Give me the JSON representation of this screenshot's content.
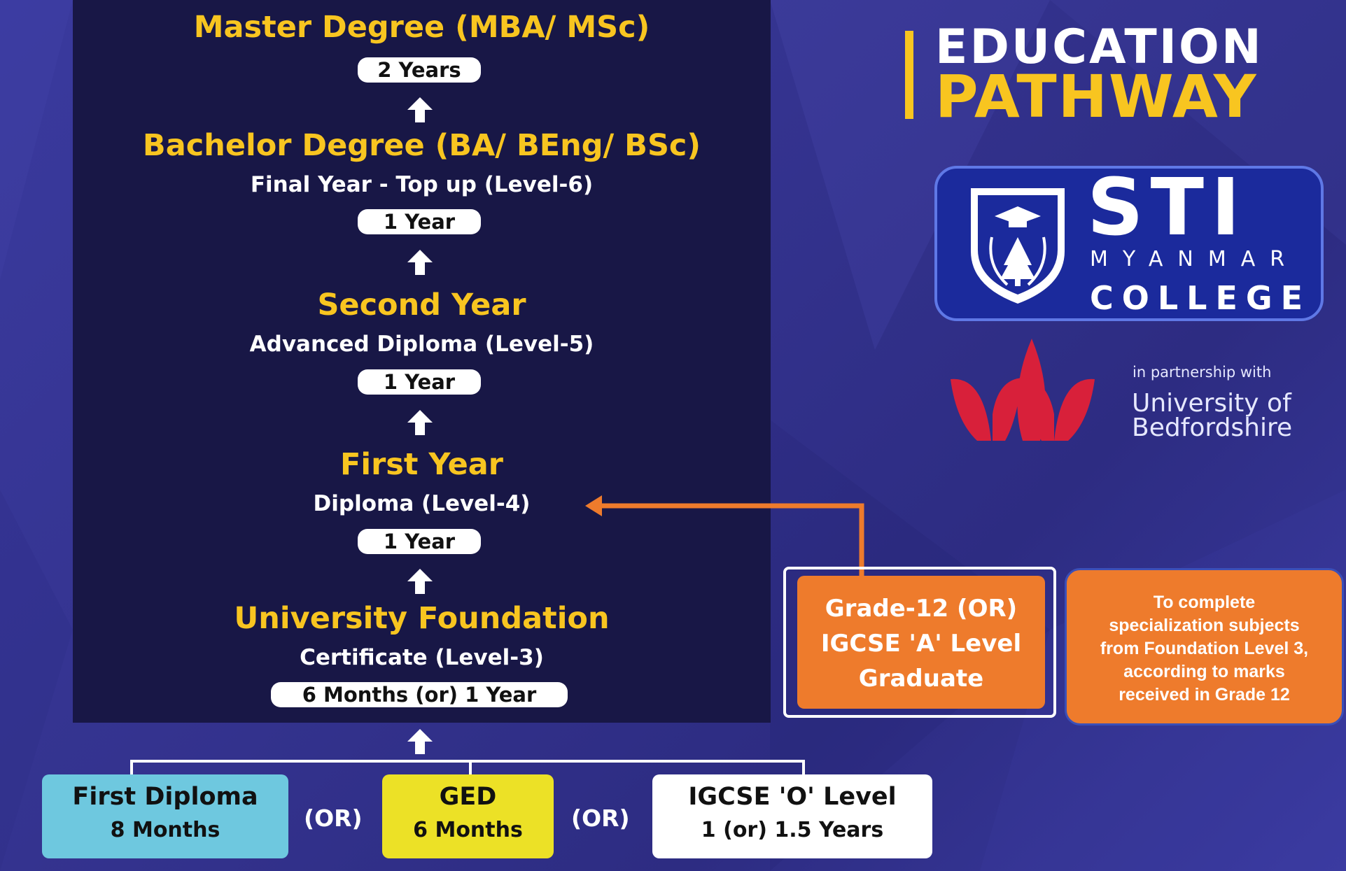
{
  "pathway": {
    "master": {
      "title": "Master Degree (MBA/ MSc)",
      "duration": "2 Years"
    },
    "bachelor": {
      "title": "Bachelor Degree (BA/ BEng/ BSc)",
      "subtitle": "Final Year -  Top up (Level-6)",
      "duration": "1 Year"
    },
    "second_year": {
      "title": "Second Year",
      "subtitle": "Advanced Diploma (Level-5)",
      "duration": "1 Year"
    },
    "first_year": {
      "title": "First Year",
      "subtitle": "Diploma (Level-4)",
      "duration": "1 Year"
    },
    "foundation": {
      "title": "University Foundation",
      "subtitle": "Certificate (Level-3)",
      "duration": "6 Months (or) 1 Year"
    }
  },
  "entry_options": [
    {
      "title": "First Diploma",
      "duration": "8 Months",
      "color": "#6ec8df"
    },
    {
      "title": "GED",
      "duration": "6 Months",
      "color": "#ece126"
    },
    {
      "title": "IGCSE 'O' Level",
      "duration": "1 (or) 1.5 Years",
      "color": "#ffffff"
    }
  ],
  "or_label": "(OR)",
  "direct_entry": {
    "lines": [
      "Grade-12 (OR)",
      "IGCSE 'A' Level",
      "Graduate"
    ]
  },
  "note": {
    "lines": [
      "To complete",
      "specialization subjects",
      "from Foundation Level 3,",
      "according to marks",
      "received in Grade 12"
    ]
  },
  "brand": {
    "heading_line1": "EDUCATION",
    "heading_line2": "PATHWAY",
    "college_name": "STI",
    "college_country": "MYANMAR",
    "college_type": "COLLEGE",
    "partnership": "in partnership with",
    "partner_line1": "University of",
    "partner_line2": "Bedfordshire"
  },
  "colors": {
    "accent_yellow": "#f8c520",
    "orange": "#ee7b2c",
    "panel_dark": "#181746",
    "background": "#34338f",
    "partner_red": "#d8203a",
    "sti_blue": "#1b2a9c"
  }
}
